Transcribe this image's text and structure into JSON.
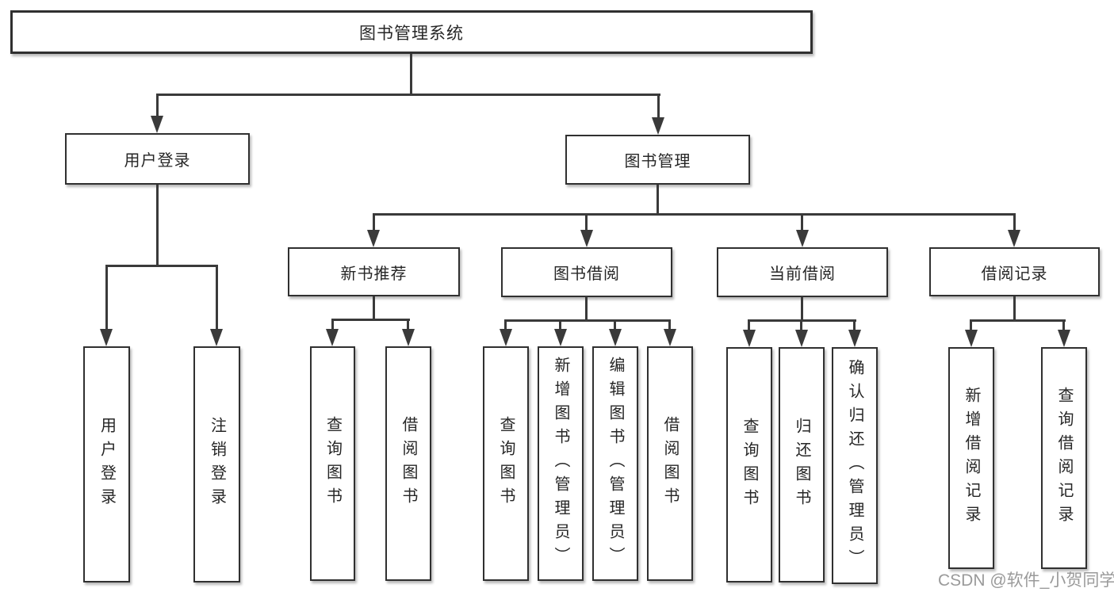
{
  "tree": {
    "root": "图书管理系统",
    "level2": {
      "user_login": "用户登录",
      "book_mgmt": "图书管理"
    },
    "level3": {
      "new_books": "新书推荐",
      "borrowing": "图书借阅",
      "current": "当前借阅",
      "records": "借阅记录"
    },
    "leaves": {
      "user_login": [
        "用户登录",
        "注销登录"
      ],
      "new_books": [
        "查询图书",
        "借阅图书"
      ],
      "borrowing": [
        "查询图书",
        "新增图书（管理员）",
        "编辑图书（管理员）",
        "借阅图书"
      ],
      "current": [
        "查询图书",
        "归还图书",
        "确认归还（管理员）"
      ],
      "records": [
        "新增借阅记录",
        "查询借阅记录"
      ]
    }
  },
  "watermark": {
    "text": "CSDN @软件_小贺同学",
    "color": "#9a9a9a"
  },
  "colors": {
    "line": "#3a3a3a",
    "box_border": "#303030",
    "box_background": "#ffffff",
    "text": "#262626"
  }
}
